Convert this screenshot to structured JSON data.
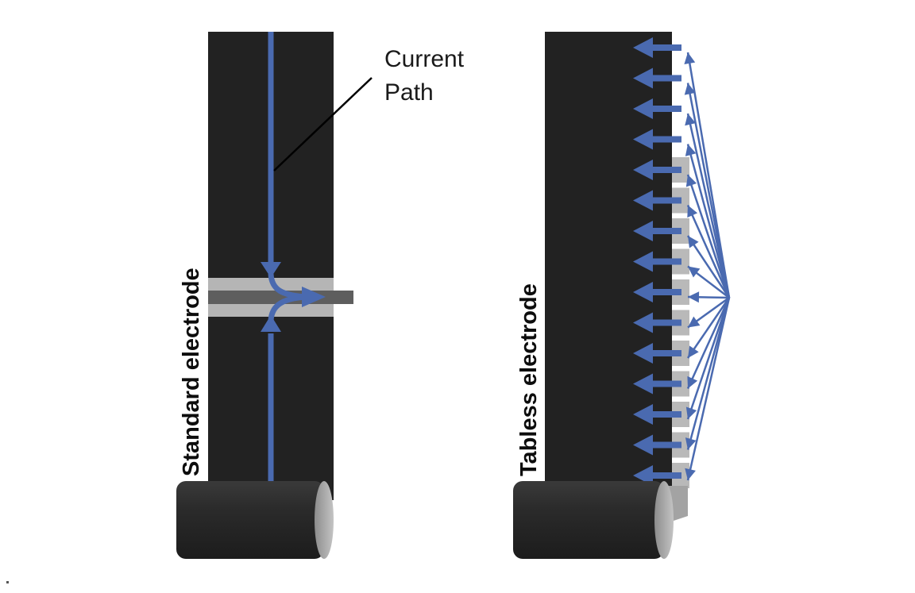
{
  "diagram": {
    "title": "Standard vs. tabless electrode current paths",
    "colors": {
      "electrode": "#222222",
      "current": "#4a6ab0",
      "tab_light": "#b9b9b9",
      "tab_dark": "#5c5c5c",
      "cylinder_end": "#a8a8a8",
      "text": "#111111"
    },
    "standard": {
      "label": "Standard electrode",
      "callout": [
        "Current",
        "Path"
      ],
      "tab_count": 1
    },
    "tabless": {
      "label": "Tabless electrode",
      "arrow_rows": 15,
      "tab_rows": 11
    }
  }
}
